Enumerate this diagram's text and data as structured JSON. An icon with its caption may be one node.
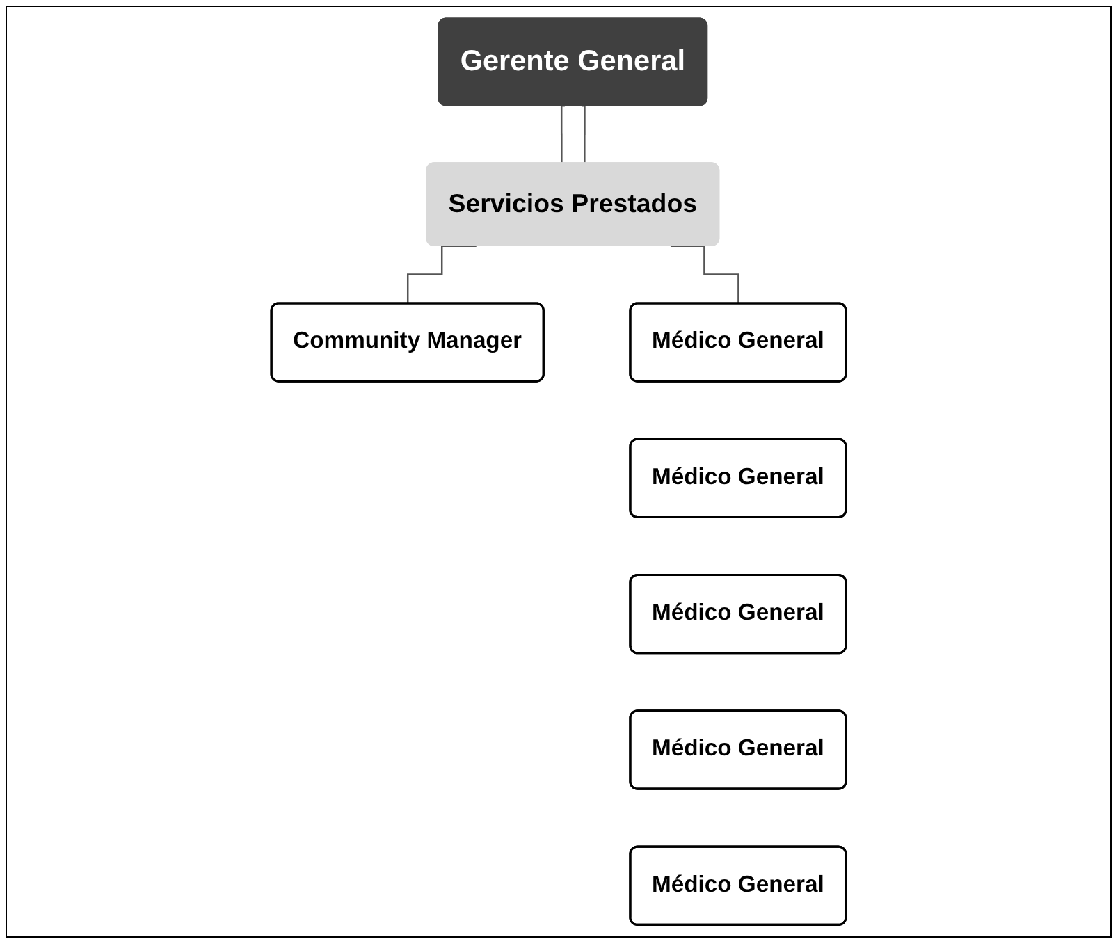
{
  "diagram": {
    "nodes": [
      {
        "text": [
          "Gerente General"
        ]
      },
      {
        "text": [
          "Servicios Prestados"
        ]
      },
      {
        "text": [
          "Community Manager"
        ]
      },
      {
        "text": [
          "Médico General"
        ]
      },
      {
        "text": [
          "Médico General"
        ]
      },
      {
        "text": [
          "Médico General"
        ]
      },
      {
        "text": [
          "Médico General"
        ]
      },
      {
        "text": [
          "Médico General"
        ]
      }
    ],
    "edges": [
      {
        "from": 0,
        "to": 1,
        "arrow": "none"
      },
      {
        "from": 0,
        "to": 1,
        "arrow": "none"
      },
      {
        "from": 1,
        "to": 2,
        "arrow": "none"
      },
      {
        "from": 1,
        "to": 3,
        "arrow": "none"
      }
    ]
  }
}
